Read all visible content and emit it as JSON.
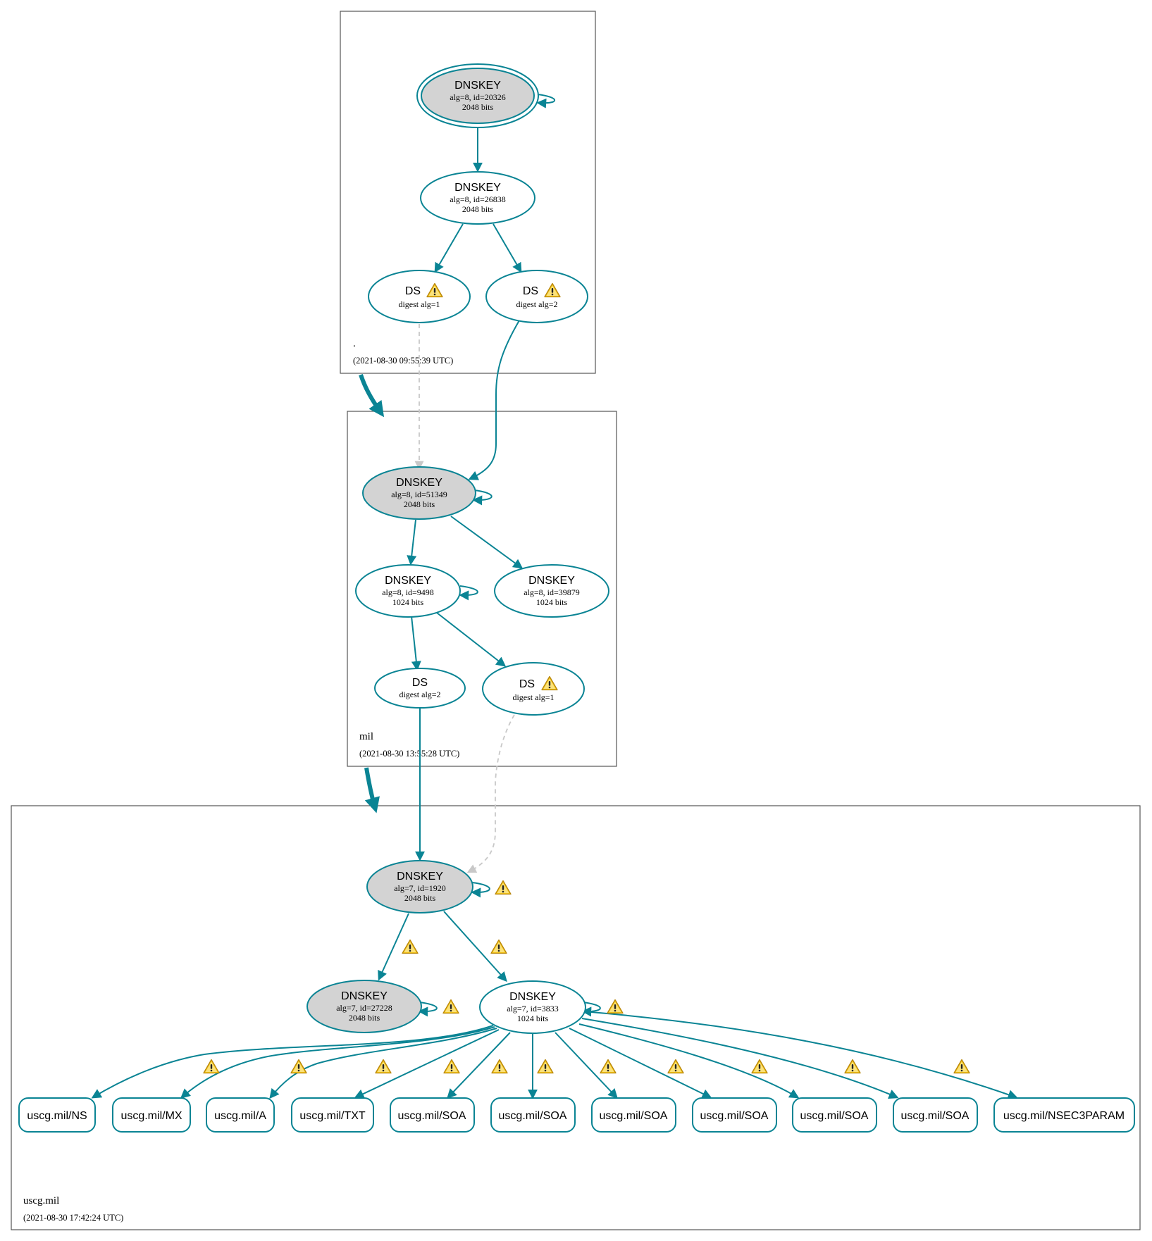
{
  "colors": {
    "edge": "#0a8494",
    "dashed_edge": "#c8c8c8",
    "sep_fill": "#d3d3d3",
    "warning_fill": "#f5c518",
    "zone_border": "#555555"
  },
  "zones": {
    "root": {
      "name": ".",
      "timestamp": "(2021-08-30 09:55:39 UTC)"
    },
    "mil": {
      "name": "mil",
      "timestamp": "(2021-08-30 13:55:28 UTC)"
    },
    "uscg": {
      "name": "uscg.mil",
      "timestamp": "(2021-08-30 17:42:24 UTC)"
    }
  },
  "nodes": {
    "root_ksk": {
      "title": "DNSKEY",
      "line1": "alg=8, id=20326",
      "line2": "2048 bits"
    },
    "root_zsk": {
      "title": "DNSKEY",
      "line1": "alg=8, id=26838",
      "line2": "2048 bits"
    },
    "root_ds1": {
      "title": "DS",
      "line1": "digest alg=1",
      "warning_icon": "warning-icon"
    },
    "root_ds2": {
      "title": "DS",
      "line1": "digest alg=2",
      "warning_icon": "warning-icon"
    },
    "mil_ksk": {
      "title": "DNSKEY",
      "line1": "alg=8, id=51349",
      "line2": "2048 bits"
    },
    "mil_zsk1": {
      "title": "DNSKEY",
      "line1": "alg=8, id=9498",
      "line2": "1024 bits"
    },
    "mil_zsk2": {
      "title": "DNSKEY",
      "line1": "alg=8, id=39879",
      "line2": "1024 bits"
    },
    "mil_ds2": {
      "title": "DS",
      "line1": "digest alg=2"
    },
    "mil_ds1": {
      "title": "DS",
      "line1": "digest alg=1",
      "warning_icon": "warning-icon"
    },
    "uscg_ksk": {
      "title": "DNSKEY",
      "line1": "alg=7, id=1920",
      "line2": "2048 bits"
    },
    "uscg_ksk2": {
      "title": "DNSKEY",
      "line1": "alg=7, id=27228",
      "line2": "2048 bits"
    },
    "uscg_zsk": {
      "title": "DNSKEY",
      "line1": "alg=7, id=3833",
      "line2": "1024 bits"
    }
  },
  "rrsets": [
    "uscg.mil/NS",
    "uscg.mil/MX",
    "uscg.mil/A",
    "uscg.mil/TXT",
    "uscg.mil/SOA",
    "uscg.mil/SOA",
    "uscg.mil/SOA",
    "uscg.mil/SOA",
    "uscg.mil/SOA",
    "uscg.mil/SOA",
    "uscg.mil/NSEC3PARAM"
  ]
}
